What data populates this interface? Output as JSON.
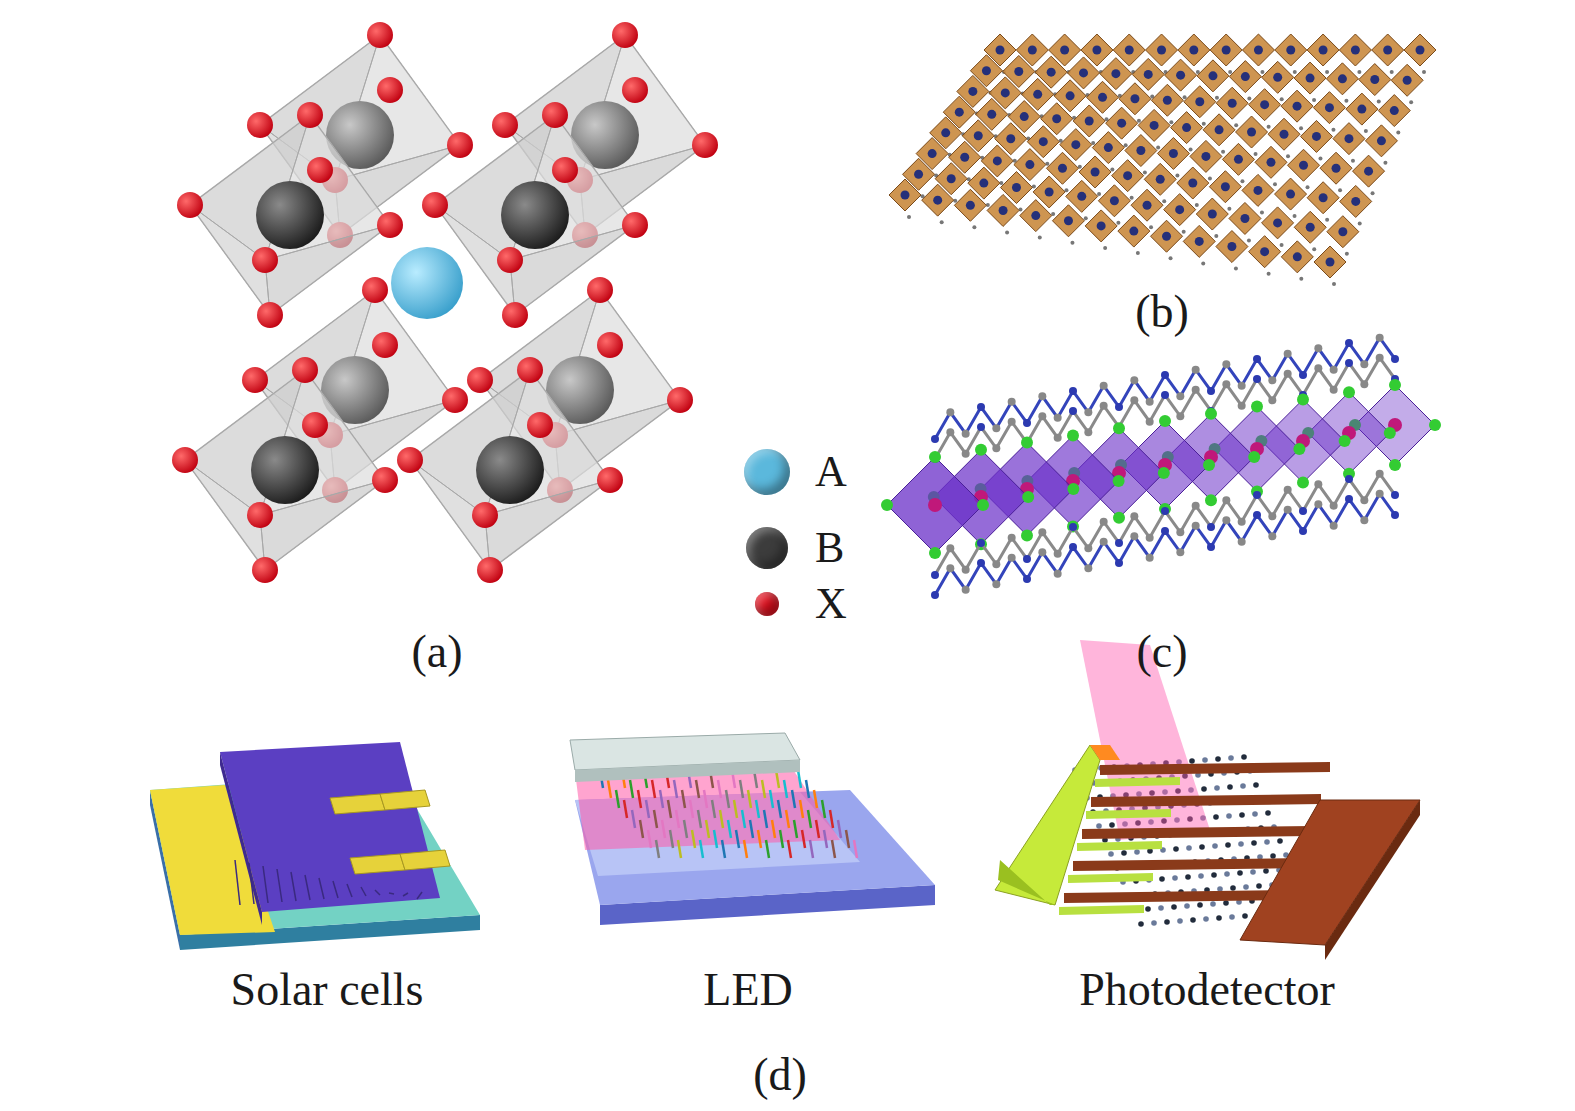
{
  "diagram": {
    "labels": [
      "(a)",
      "(b)",
      "(c)",
      "Solar cells",
      "LED",
      "Photodetector",
      "(d)"
    ],
    "legend": [
      {
        "text": "A",
        "color": "#5bb8dc"
      },
      {
        "text": "B",
        "color": "#3c3c3c"
      },
      {
        "text": "X",
        "color": "#e0101e"
      }
    ]
  }
}
